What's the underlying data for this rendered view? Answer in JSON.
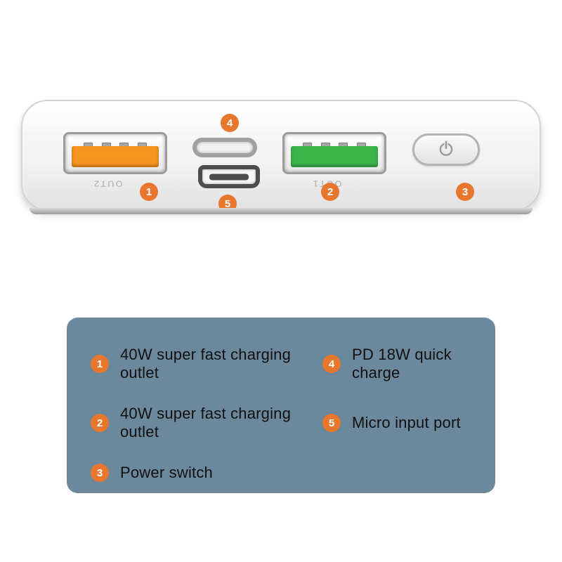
{
  "device": {
    "ports": {
      "out2": {
        "label": "OUT2",
        "callout": "1"
      },
      "out1": {
        "label": "OUT1",
        "callout": "2"
      },
      "power_button": {
        "callout": "3"
      },
      "usb_c": {
        "callout": "4"
      },
      "micro_usb": {
        "callout": "5"
      }
    }
  },
  "legend": {
    "items": [
      {
        "num": "1",
        "text": "40W super fast charging outlet"
      },
      {
        "num": "2",
        "text": "40W super fast charging outlet"
      },
      {
        "num": "3",
        "text": "Power switch"
      },
      {
        "num": "4",
        "text": "PD 18W quick charge"
      },
      {
        "num": "5",
        "text": "Micro input port"
      }
    ]
  },
  "colors": {
    "accent_orange": "#E8772E",
    "usb_out2_tongue": "#F7941E",
    "usb_out1_tongue": "#3BB54A",
    "legend_panel": "#6C889C"
  }
}
